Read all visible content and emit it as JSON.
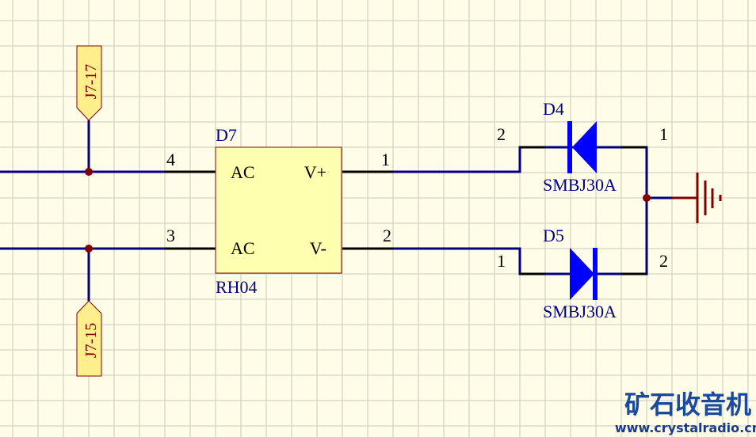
{
  "schematic": {
    "colors": {
      "background": "#fffde8",
      "grid": "#c8c6b8",
      "wire": "#000080",
      "pin": "#000000",
      "junction": "#800000",
      "component_fill": "#ffffb0",
      "component_border": "#800000",
      "designator_text": "#000080",
      "pin_number_text": "#000000",
      "diode_fill": "#0000ff",
      "port_fill": "#ffef8c",
      "port_text": "#800000",
      "ground": "#800000"
    },
    "ports": [
      {
        "id": "port-top",
        "label": "J7-17"
      },
      {
        "id": "port-bottom",
        "label": "J7-15"
      }
    ],
    "bridge": {
      "designator": "D7",
      "value": "RH04",
      "pins": [
        {
          "number": "4",
          "name": "AC"
        },
        {
          "number": "3",
          "name": "AC"
        },
        {
          "number": "1",
          "name": "V+"
        },
        {
          "number": "2",
          "name": "V-"
        }
      ]
    },
    "diodes": [
      {
        "designator": "D4",
        "value": "SMBJ30A",
        "pin_left": "2",
        "pin_right": "1"
      },
      {
        "designator": "D5",
        "value": "SMBJ30A",
        "pin_left": "1",
        "pin_right": "2"
      }
    ],
    "ground_symbol": "ground-icon"
  },
  "watermark": {
    "title": "矿石收音机",
    "url": "www.crystalradio.cn"
  }
}
